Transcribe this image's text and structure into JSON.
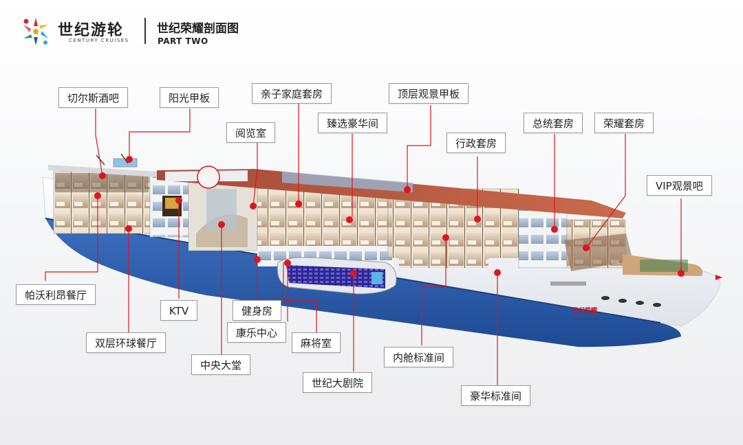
{
  "brand": {
    "name_cn": "世纪游轮",
    "name_en": "CENTURY CRUISES"
  },
  "header": {
    "title": "世纪荣耀剖面图",
    "subtitle": "PART TWO"
  },
  "ship": {
    "hull_text": "世纪荣耀",
    "hull_text_en": "SHI JI RONGYAO"
  },
  "labels": {
    "qiersi": "切尔斯酒吧",
    "yangguang": "阳光甲板",
    "yuelan": "阅览室",
    "qinzi": "亲子家庭套房",
    "zhenxuan": "臻选豪华间",
    "dingceng": "顶层观景甲板",
    "xingzheng": "行政套房",
    "zongtong": "总统套房",
    "rongyao": "荣耀套房",
    "vip": "VIP观景吧",
    "pawoli": "帕沃利昂餐厅",
    "ktv": "KTV",
    "shuangceng": "双层环球餐厅",
    "jianshen": "健身房",
    "kangle": "康乐中心",
    "zhongyang": "中央大堂",
    "majiang": "麻将室",
    "shijidajuyuan": "世纪大剧院",
    "neicang": "内舱标准间",
    "haohua": "豪华标准间"
  },
  "colors": {
    "accent": "#e0141e",
    "hull_blue": "#2f5fae",
    "label_border": "#9a9a9a"
  }
}
